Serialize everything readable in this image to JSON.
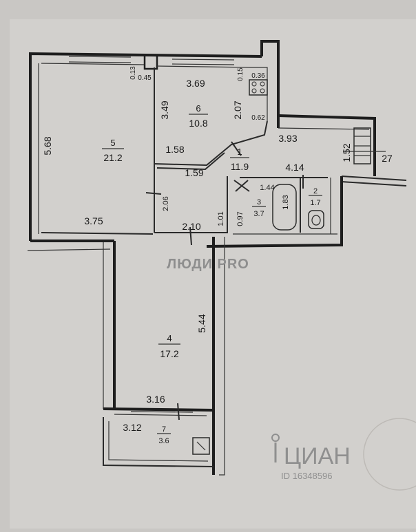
{
  "rooms": [
    {
      "num": "1",
      "area": "11.9"
    },
    {
      "num": "2",
      "area": "1.7"
    },
    {
      "num": "3",
      "area": "3.7"
    },
    {
      "num": "4",
      "area": "17.2"
    },
    {
      "num": "5",
      "area": "21.2"
    },
    {
      "num": "6",
      "area": "10.8"
    },
    {
      "num": "7",
      "area": "3.6"
    }
  ],
  "dimensions": {
    "d568": "5.68",
    "d375": "3.75",
    "d013": "0.13",
    "d045": "0.45",
    "d369": "3.69",
    "d015": "0.15",
    "d036": "0.36",
    "d349": "3.49",
    "d207": "2.07",
    "d062": "0.62",
    "d393": "3.93",
    "d158": "1.58",
    "d159": "1.59",
    "d152": "1.52",
    "d27": "27",
    "d414": "4.14",
    "d144": "1.44",
    "d183": "1.83",
    "d206": "2.06",
    "d101": "1.01",
    "d097": "0.97",
    "d210": "2.10",
    "d544": "5.44",
    "d316": "3.16",
    "d312": "3.12"
  },
  "watermarks": {
    "brand": "ЛЮДИ PRO",
    "cian": "ЦИАН",
    "cian_id": "ID 16348596"
  }
}
